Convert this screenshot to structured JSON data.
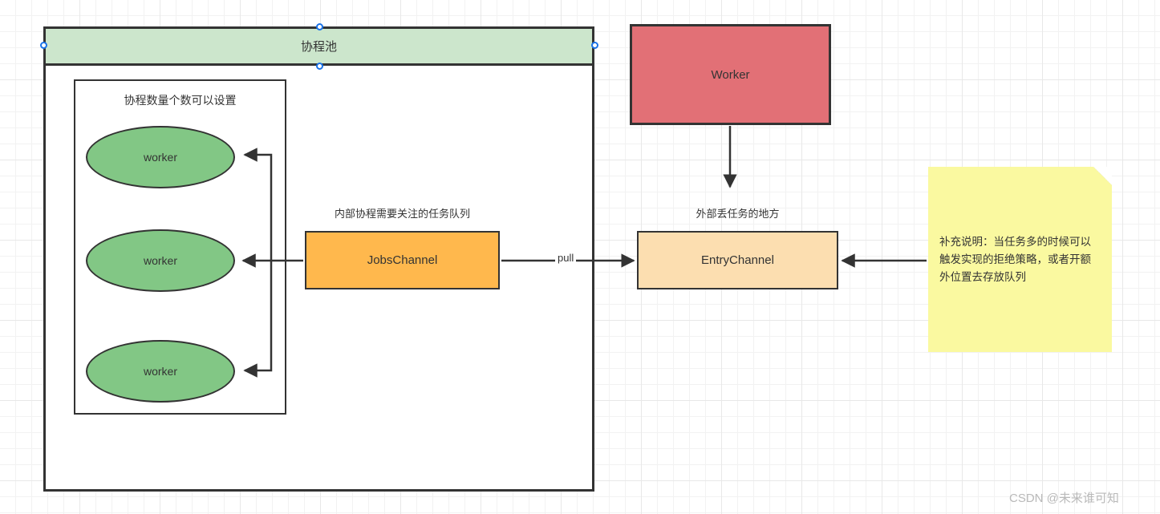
{
  "diagram": {
    "title_bar": {
      "label": "协程池"
    },
    "inner_box": {
      "label": "协程数量个数可以设置"
    },
    "workers": [
      {
        "label": "worker"
      },
      {
        "label": "worker"
      },
      {
        "label": "worker"
      }
    ],
    "jobs_channel": {
      "label": "JobsChannel",
      "caption": "内部协程需要关注的任务队列",
      "fill": "#ffb84d"
    },
    "entry_channel": {
      "label": "EntryChannel",
      "caption": "外部丢任务的地方",
      "fill": "#fcdeb0"
    },
    "worker_rect": {
      "label": "Worker",
      "fill": "#e27076"
    },
    "edge_labels": {
      "pull": "pull"
    },
    "sticky_note": {
      "text": "补充说明：当任务多的时候可以触发实现的拒绝策略，或者开额外位置去存放队列",
      "fill": "#faf9a0"
    },
    "watermark": {
      "text": "CSDN @未来谁可知"
    },
    "colors": {
      "pool_header": "#cce6cc",
      "worker_ellipse": "#82c785",
      "stroke": "#333333",
      "selection_handle": "#1a73e8"
    }
  }
}
